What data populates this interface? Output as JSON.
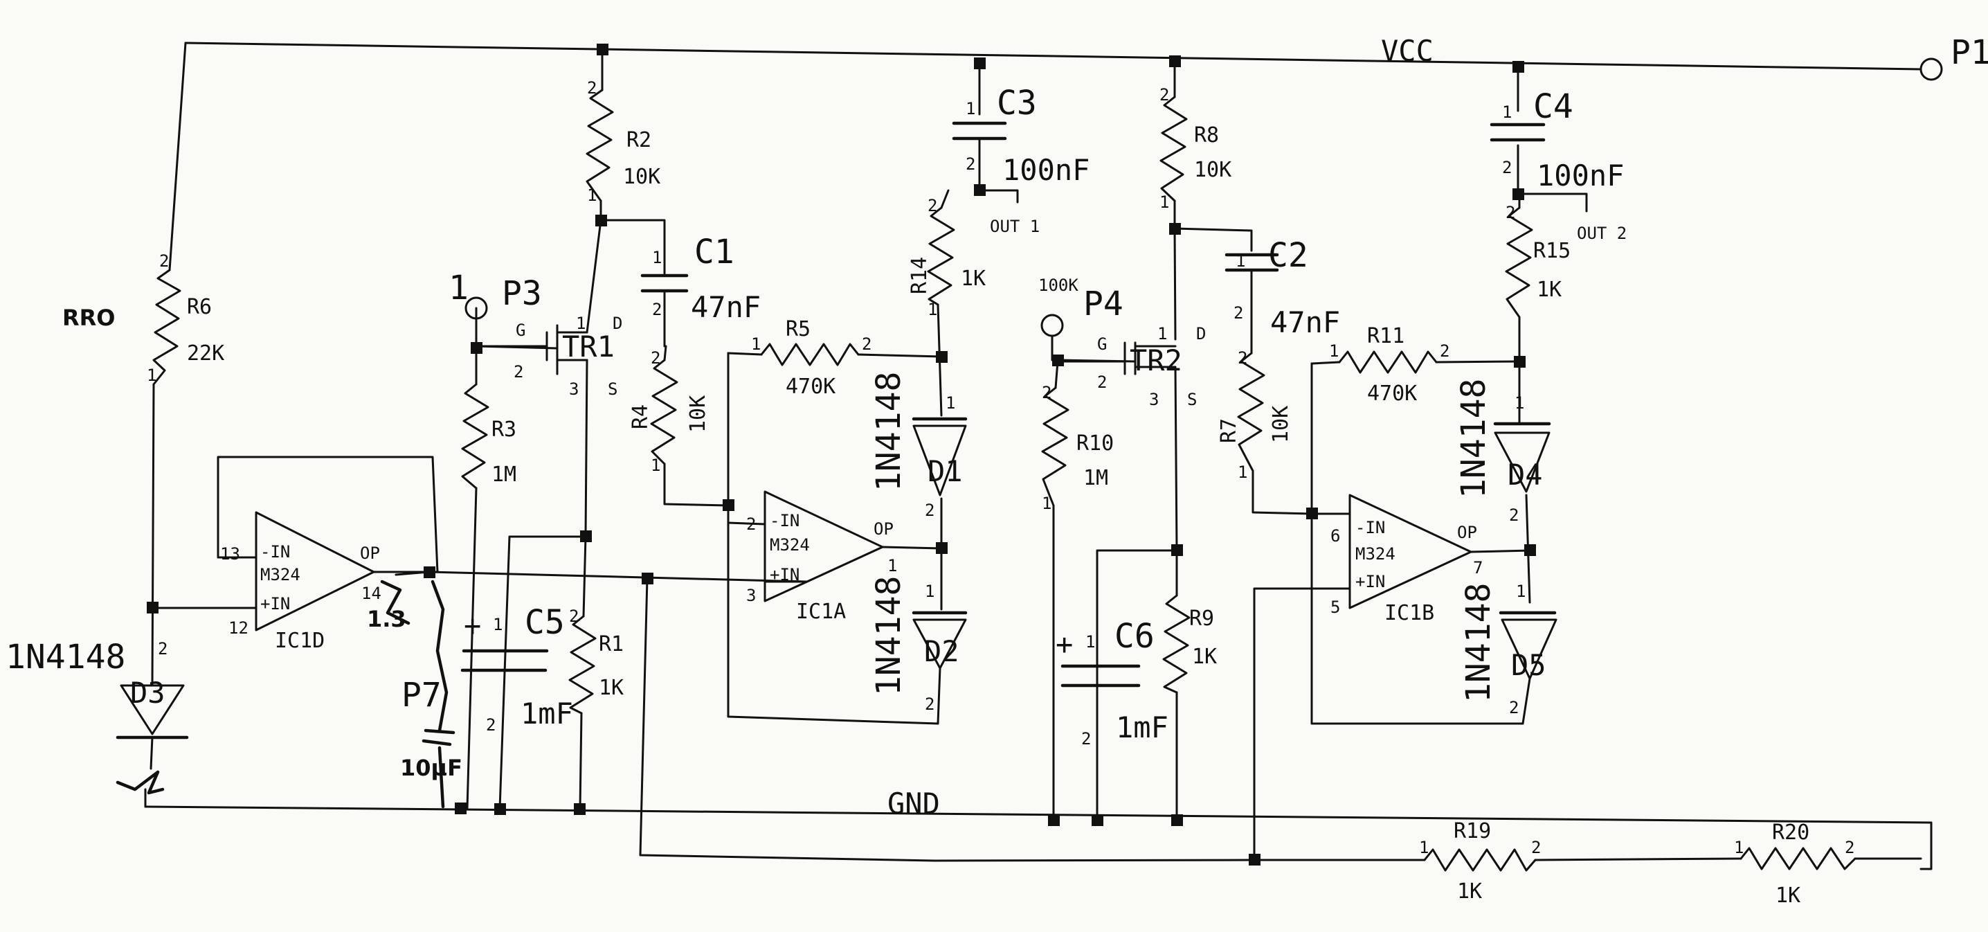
{
  "nets": {
    "vcc": "VCC",
    "gnd": "GND"
  },
  "ports": {
    "p1": "P1",
    "p3": "P3",
    "p3_pin": "1",
    "p4": "P4",
    "p4_pin": "100K",
    "p7": "P7"
  },
  "outputs": {
    "out1": "OUT 1",
    "out2": "OUT 2"
  },
  "handwritten": {
    "rro": "RRO",
    "p7_value": "10µF",
    "ic1d_note": "1.3"
  },
  "resistors": {
    "r1": {
      "name": "R1",
      "value": "1K"
    },
    "r2": {
      "name": "R2",
      "value": "10K"
    },
    "r3": {
      "name": "R3",
      "value": "1M"
    },
    "r4": {
      "name": "R4",
      "value": "10K"
    },
    "r5": {
      "name": "R5",
      "value": "470K"
    },
    "r6": {
      "name": "R6",
      "value": "22K"
    },
    "r7": {
      "name": "R7",
      "value": "10K"
    },
    "r8": {
      "name": "R8",
      "value": "10K"
    },
    "r9": {
      "name": "R9",
      "value": "1K"
    },
    "r10": {
      "name": "R10",
      "value": "1M"
    },
    "r11": {
      "name": "R11",
      "value": "470K"
    },
    "r14": {
      "name": "R14",
      "value": "1K"
    },
    "r15": {
      "name": "R15",
      "value": "1K"
    },
    "r19": {
      "name": "R19",
      "value": "1K"
    },
    "r20": {
      "name": "R20",
      "value": "1K"
    }
  },
  "capacitors": {
    "c1": {
      "name": "C1",
      "value": "47nF"
    },
    "c2": {
      "name": "C2",
      "value": "47nF"
    },
    "c3": {
      "name": "C3",
      "value": "100nF"
    },
    "c4": {
      "name": "C4",
      "value": "100nF"
    },
    "c5": {
      "name": "C5",
      "value": "1mF"
    },
    "c6": {
      "name": "C6",
      "value": "1mF"
    }
  },
  "diodes": {
    "d1": {
      "name": "D1",
      "part": "1N4148"
    },
    "d2": {
      "name": "D2",
      "part": "1N4148"
    },
    "d3": {
      "name": "D3",
      "part": "1N4148"
    },
    "d4": {
      "name": "D4",
      "part": "1N4148"
    },
    "d5": {
      "name": "D5",
      "part": "1N4148"
    }
  },
  "transistors": {
    "tr1": {
      "name": "TR1",
      "g": "G",
      "d": "D",
      "s": "S"
    },
    "tr2": {
      "name": "TR2",
      "g": "G",
      "d": "D",
      "s": "S"
    }
  },
  "opamps": {
    "ic1a": {
      "name": "IC1A",
      "part": "M324",
      "inm": "-IN",
      "inp": "+IN",
      "out": "OP",
      "pin_inm": "2",
      "pin_inp": "3",
      "pin_out": "1"
    },
    "ic1b": {
      "name": "IC1B",
      "part": "M324",
      "inm": "-IN",
      "inp": "+IN",
      "out": "OP",
      "pin_inm": "6",
      "pin_inp": "5",
      "pin_out": "7"
    },
    "ic1d": {
      "name": "IC1D",
      "part": "M324",
      "inm": "-IN",
      "inp": "+IN",
      "out": "OP",
      "pin_inm": "13",
      "pin_inp": "12",
      "pin_out": "14"
    }
  },
  "pins": {
    "one": "1",
    "two": "2",
    "three": "3",
    "plus": "+"
  }
}
